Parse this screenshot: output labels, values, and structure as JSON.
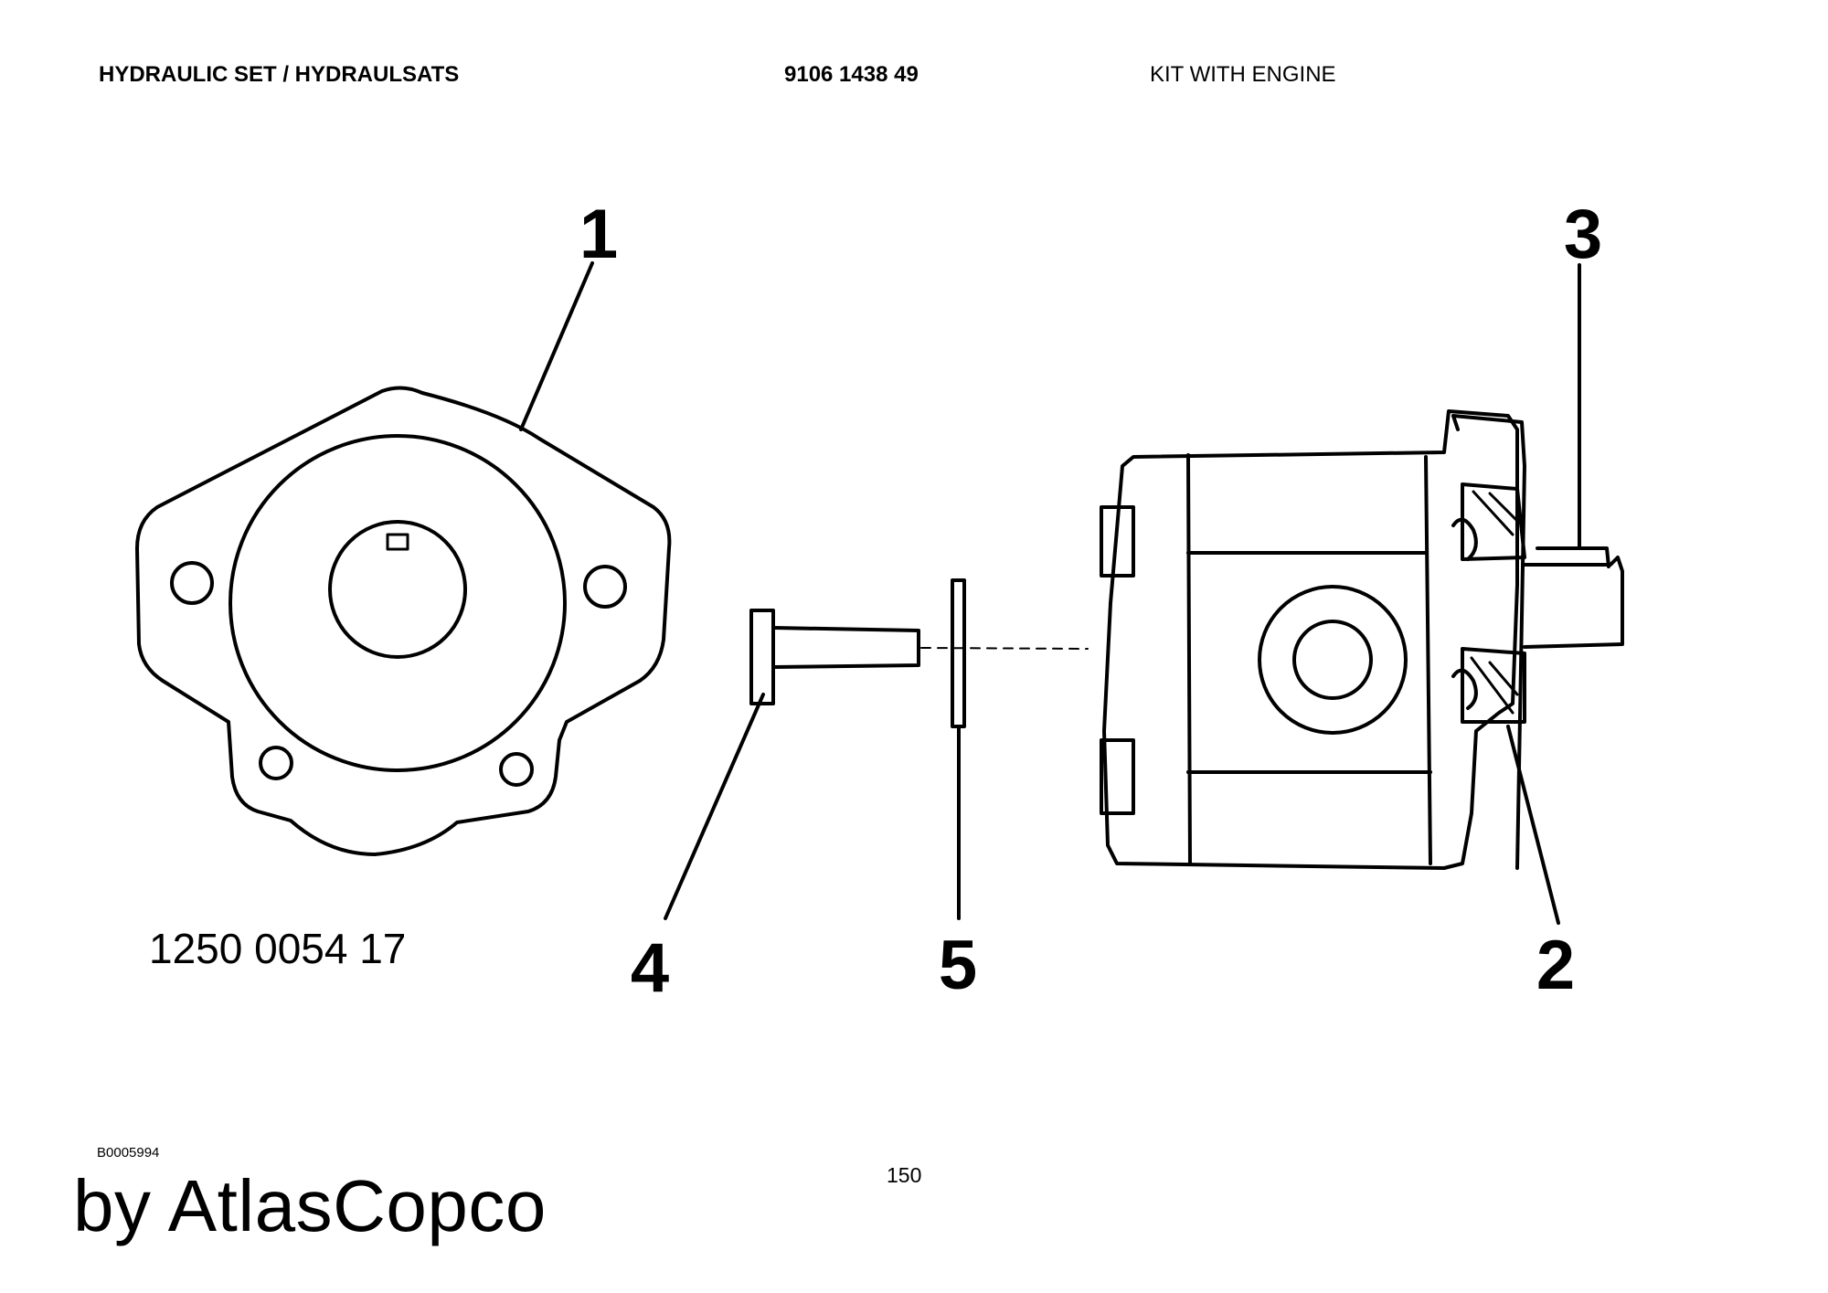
{
  "header": {
    "title": "HYDRAULIC SET / HYDRAULSATS",
    "part_number": "9106 1438 49",
    "description": "KIT WITH ENGINE"
  },
  "diagram": {
    "callouts": [
      "1",
      "2",
      "3",
      "4",
      "5"
    ],
    "part_label": "1250 0054 17"
  },
  "footer": {
    "drawing_id": "B0005994",
    "page_number": "150",
    "brand": "by AtlasCopco"
  }
}
